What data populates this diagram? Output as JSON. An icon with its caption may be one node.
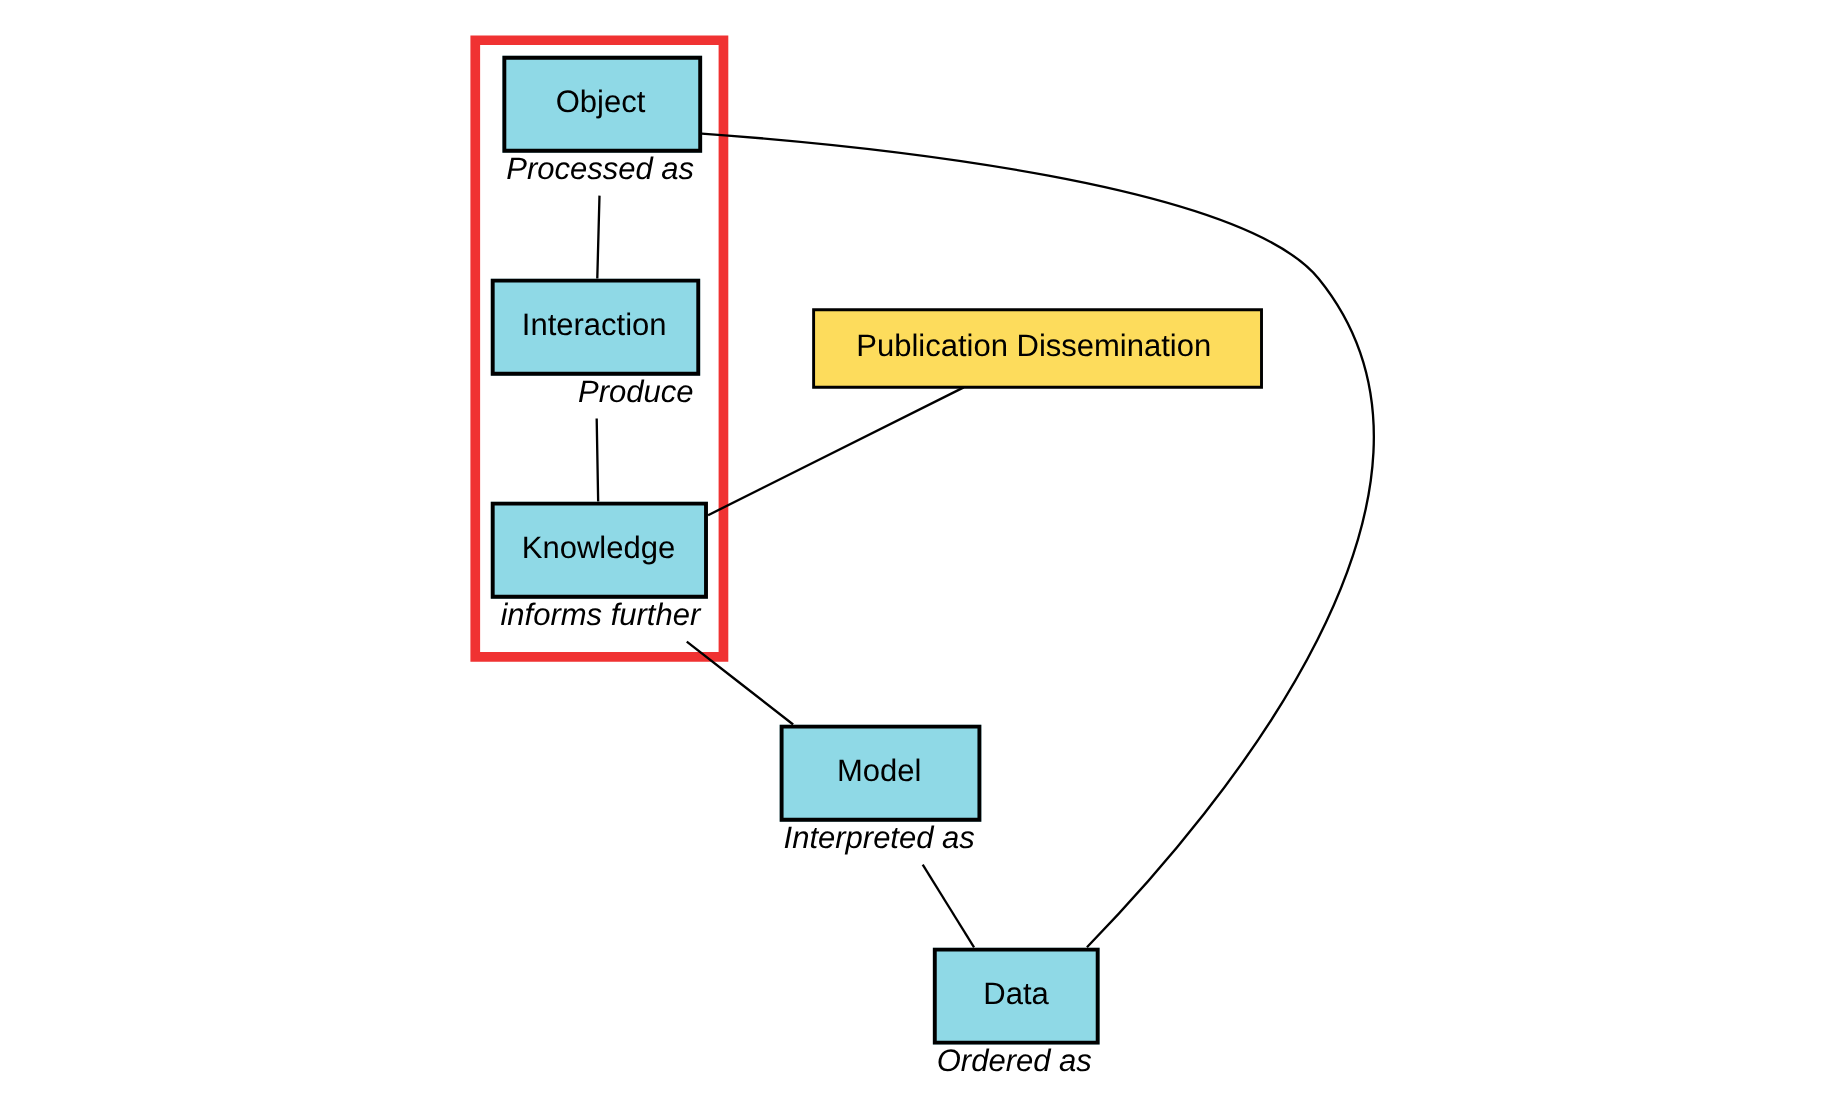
{
  "diagram": {
    "nodes": [
      {
        "text": [],
        "shape": "box"
      },
      {
        "text": [
          "Publication Dissemination"
        ]
      },
      {
        "text": [
          "Knowledge"
        ],
        "beside": [
          "informs further"
        ],
        "in": 0
      },
      {
        "text": [
          "Model"
        ],
        "beside": [
          "Interpreted as"
        ]
      },
      {
        "text": [
          "Interaction"
        ],
        "beside": [
          "Produce"
        ],
        "in": 0
      },
      {
        "text": [
          "Data"
        ],
        "beside": [
          "Ordered as"
        ]
      },
      {
        "text": [
          "Object"
        ],
        "beside": [
          "Processed as"
        ],
        "in": 0
      }
    ],
    "edges": [
      {
        "from": 1,
        "to": 2,
        "arrow": "none"
      },
      {
        "from": 2,
        "to": 3,
        "arrow": "none"
      },
      {
        "from": 3,
        "to": 5,
        "arrow": "none"
      },
      {
        "from": 5,
        "to": 6,
        "arrow": "none"
      },
      {
        "from": 6,
        "to": 4,
        "arrow": "none"
      },
      {
        "from": 4,
        "to": 2,
        "arrow": "none"
      }
    ]
  }
}
